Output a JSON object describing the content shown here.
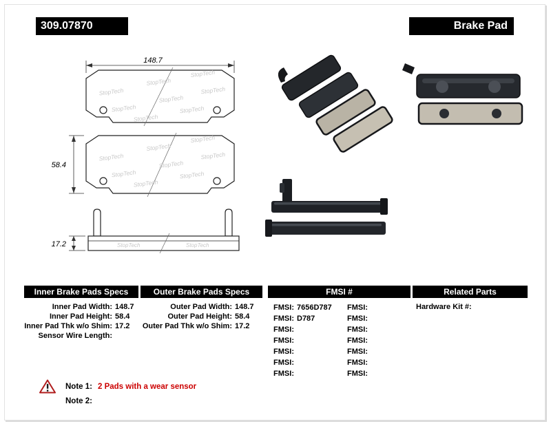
{
  "header": {
    "part_number": "309.07870",
    "product_title": "Brake Pad"
  },
  "drawings": {
    "width_dim": "148.7",
    "height_dim": "58.4",
    "thickness_dim": "17.2",
    "watermark": "StopTech"
  },
  "tables": {
    "inner": {
      "title": "Inner Brake Pads Specs",
      "rows": [
        {
          "label": "Inner Pad Width:",
          "value": "148.7"
        },
        {
          "label": "Inner Pad Height:",
          "value": "58.4"
        },
        {
          "label": "Inner Pad Thk w/o Shim:",
          "value": "17.2"
        },
        {
          "label": "Sensor Wire Length:",
          "value": ""
        }
      ]
    },
    "outer": {
      "title": "Outer Brake Pads Specs",
      "rows": [
        {
          "label": "Outer Pad Width:",
          "value": "148.7"
        },
        {
          "label": "Outer Pad Height:",
          "value": "58.4"
        },
        {
          "label": "Outer Pad Thk w/o Shim:",
          "value": "17.2"
        }
      ]
    },
    "fmsi": {
      "title": "FMSI #",
      "left_rows": [
        {
          "label": "FMSI:",
          "value": "7656D787"
        },
        {
          "label": "FMSI:",
          "value": "D787"
        },
        {
          "label": "FMSI:",
          "value": ""
        },
        {
          "label": "FMSI:",
          "value": ""
        },
        {
          "label": "FMSI:",
          "value": ""
        },
        {
          "label": "FMSI:",
          "value": ""
        },
        {
          "label": "FMSI:",
          "value": ""
        }
      ],
      "right_rows": [
        {
          "label": "FMSI:",
          "value": ""
        },
        {
          "label": "FMSI:",
          "value": ""
        },
        {
          "label": "FMSI:",
          "value": ""
        },
        {
          "label": "FMSI:",
          "value": ""
        },
        {
          "label": "FMSI:",
          "value": ""
        },
        {
          "label": "FMSI:",
          "value": ""
        },
        {
          "label": "FMSI:",
          "value": ""
        }
      ]
    },
    "related": {
      "title": "Related Parts",
      "rows": [
        {
          "label": "Hardware Kit #:",
          "value": ""
        }
      ]
    }
  },
  "notes": {
    "note1_label": "Note 1:",
    "note1_text": "2 Pads with a wear sensor",
    "note2_label": "Note 2:",
    "note2_text": ""
  }
}
